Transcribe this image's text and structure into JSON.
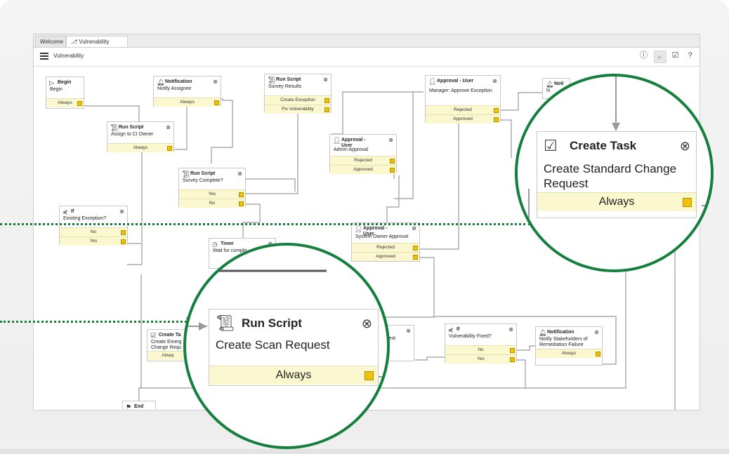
{
  "tabs": [
    {
      "label": "Welcome"
    },
    {
      "label": "Vulnerability",
      "icon": "workflow-icon"
    }
  ],
  "toolbar": {
    "title": "Vulnerability"
  },
  "nodes": {
    "begin": {
      "title": "Begin",
      "desc": "Begin",
      "ports": [
        "Always"
      ]
    },
    "notification1": {
      "title": "Notification",
      "desc": "Notify Assignee",
      "ports": [
        "Always"
      ]
    },
    "assign": {
      "title": "Run Script",
      "desc": "Assign to CI Owner",
      "ports": [
        "Always"
      ]
    },
    "survey_results": {
      "title": "Run Script",
      "desc": "Survey Results",
      "ports": [
        "Create Exception",
        "Fix Vulnerability"
      ]
    },
    "approval_mgr": {
      "title": "Approval - User",
      "desc": "Manager: Approve Exception",
      "ports": [
        "Rejected",
        "Approved"
      ]
    },
    "approval_admin": {
      "title": "Approval - User",
      "desc": "Admin Approval",
      "ports": [
        "Rejected",
        "Approved"
      ]
    },
    "survey_complete": {
      "title": "Run Script",
      "desc": "Survey Complete?",
      "ports": [
        "Yes",
        "No"
      ]
    },
    "if_exception": {
      "title": "If",
      "desc": "Existing Exception?",
      "ports": [
        "No",
        "Yes"
      ]
    },
    "approval_owner": {
      "title": "Approval - User",
      "desc": "System Owner Approval",
      "ports": [
        "Rejected",
        "Approved"
      ]
    },
    "timer": {
      "title": "Timer",
      "desc": "Wait for comple"
    },
    "create_emergency": {
      "title": "Create Ta",
      "desc": "Create Emerg Change Requ",
      "ports": [
        "Alway"
      ]
    },
    "scan_partial": {
      "desc": "quest"
    },
    "if_fixed": {
      "title": "If",
      "desc": "Vulnerability Fixed?",
      "ports": [
        "No",
        "Yes"
      ]
    },
    "notification2": {
      "title": "Notification",
      "desc": "Notify Stakeholders of Remediation Failure",
      "ports": [
        "Always"
      ]
    },
    "end": {
      "title": "End"
    },
    "notif_partial": {
      "title": "Noti",
      "desc": "N"
    }
  },
  "zoom_task": {
    "title": "Create Task",
    "desc": "Create Standard Change Request",
    "port": "Always"
  },
  "zoom_script": {
    "title": "Run Script",
    "desc": "Create Scan Request",
    "port": "Always"
  },
  "colors": {
    "accent": "#15803d",
    "port_fill": "#fbf7cf",
    "port_dot": "#f2c20a"
  }
}
